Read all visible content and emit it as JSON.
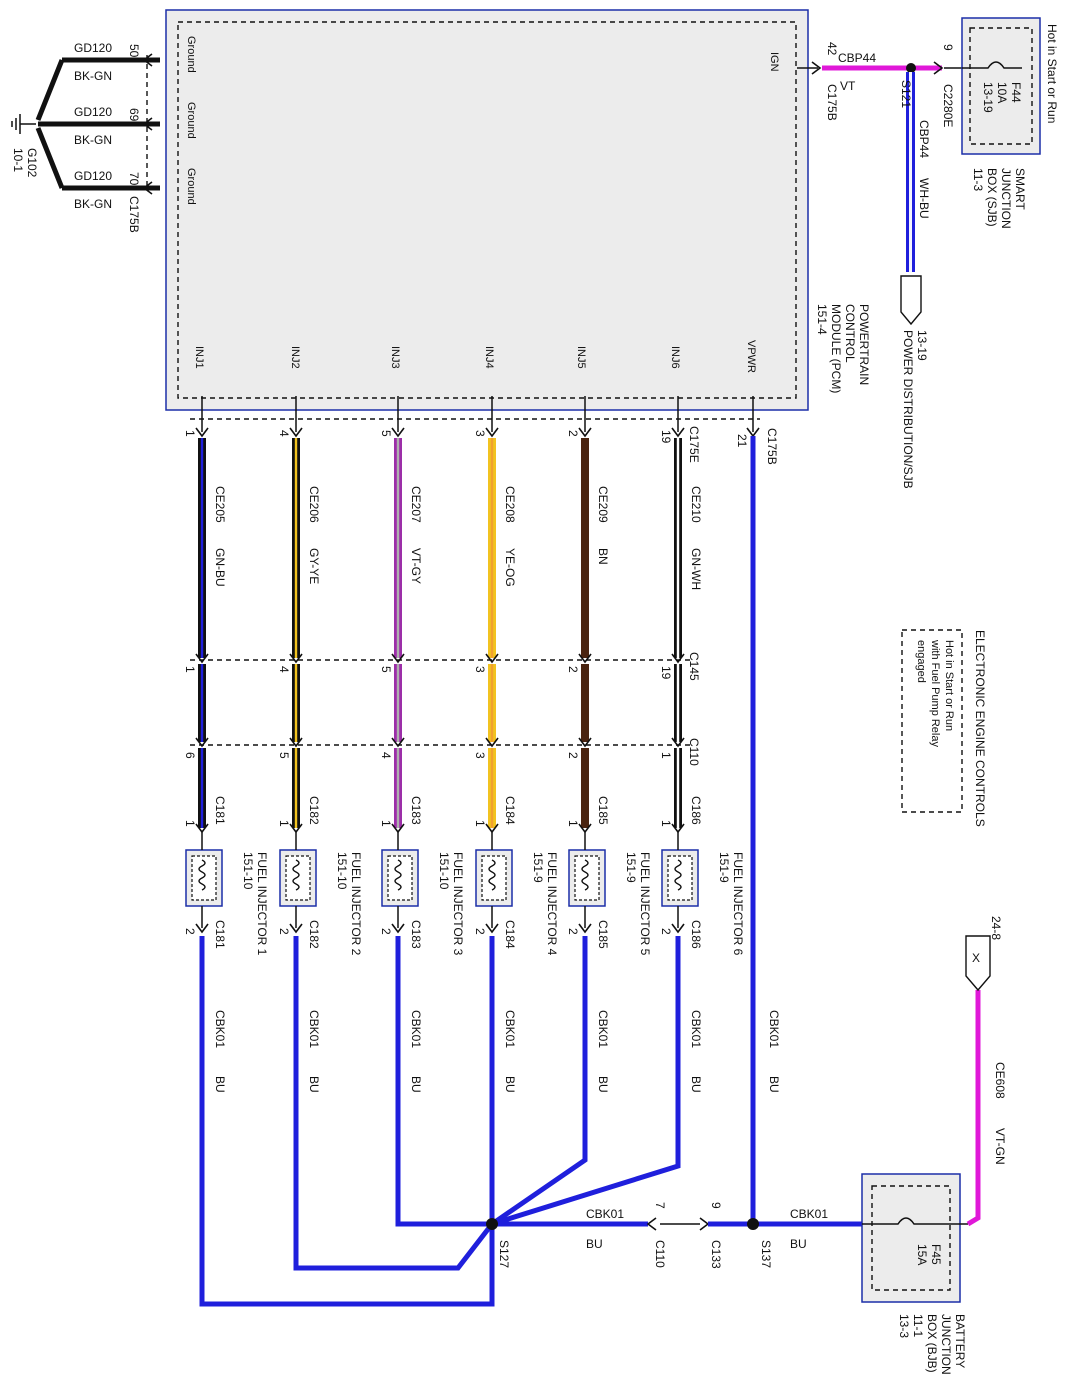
{
  "colors": {
    "blue": "#1f1fdc",
    "black": "#111111",
    "magenta": "#e018d8",
    "violet": "#9c2ea8",
    "yellow": "#f2c320",
    "brown": "#4a2410",
    "white_blue": "#f4f4ff",
    "module_fill": "#ececec",
    "module_border": "#1c2fa8"
  },
  "pcm": {
    "name_lines": [
      "POWERTRAIN",
      "CONTROL",
      "MODULE (PCM)",
      "151-4"
    ],
    "pin_ign": "IGN",
    "pin_vpwr": "VPWR",
    "grounds": [
      "Ground",
      "Ground",
      "Ground"
    ],
    "injector_pins": [
      "INJ1",
      "INJ2",
      "INJ3",
      "INJ4",
      "INJ5",
      "INJ6"
    ]
  },
  "ground": {
    "wire": "GD120",
    "color": "BK-GN",
    "pins": [
      "50",
      "69",
      "70"
    ],
    "connector": "C175B",
    "point": "G102",
    "page": "10-1"
  },
  "ign_feed": {
    "pin": "42",
    "connector": "C175B",
    "circuit": "CBP44",
    "color": "VT",
    "splice": "S121",
    "sjb_pin": "9",
    "sjb_connector": "C2280E",
    "branch_circuit": "CBP44",
    "branch_color": "WH-BU",
    "destination_page": "13-19",
    "destination": "POWER DISTRIBUTION/SJB"
  },
  "sjb": {
    "hot_note": "Hot in Start or Run",
    "fuse": "F44",
    "rating": "10A",
    "page": "13-19",
    "name_lines": [
      "SMART",
      "JUNCTION",
      "BOX (SJB)",
      "11-3"
    ]
  },
  "vpwr": {
    "pin": "21",
    "connector": "C175B",
    "circuit": "CBK01",
    "color": "BU"
  },
  "pcm_connector_e": "C175E",
  "inline_connectors": [
    "C145",
    "C110"
  ],
  "injectors": [
    {
      "pcm_pin": "1",
      "circuit": "CE205",
      "color": "GN-BU",
      "c145_pin": "1",
      "c110_pin": "6",
      "connector": "C181",
      "pin_a": "1",
      "pin_b": "2",
      "name": "FUEL INJECTOR 1",
      "page": "151-10",
      "return_circuit": "CBK01",
      "return_color": "BU"
    },
    {
      "pcm_pin": "4",
      "circuit": "CE206",
      "color": "GY-YE",
      "c145_pin": "4",
      "c110_pin": "5",
      "connector": "C182",
      "pin_a": "1",
      "pin_b": "2",
      "name": "FUEL INJECTOR 2",
      "page": "151-10",
      "return_circuit": "CBK01",
      "return_color": "BU"
    },
    {
      "pcm_pin": "5",
      "circuit": "CE207",
      "color": "VT-GY",
      "c145_pin": "5",
      "c110_pin": "4",
      "connector": "C183",
      "pin_a": "1",
      "pin_b": "2",
      "name": "FUEL INJECTOR 3",
      "page": "151-10",
      "return_circuit": "CBK01",
      "return_color": "BU"
    },
    {
      "pcm_pin": "3",
      "circuit": "CE208",
      "color": "YE-OG",
      "c145_pin": "3",
      "c110_pin": "3",
      "connector": "C184",
      "pin_a": "1",
      "pin_b": "2",
      "name": "FUEL INJECTOR 4",
      "page": "151-9",
      "return_circuit": "CBK01",
      "return_color": "BU"
    },
    {
      "pcm_pin": "2",
      "circuit": "CE209",
      "color": "BN",
      "c145_pin": "2",
      "c110_pin": "2",
      "connector": "C185",
      "pin_a": "1",
      "pin_b": "2",
      "name": "FUEL INJECTOR 5",
      "page": "151-9",
      "return_circuit": "CBK01",
      "return_color": "BU"
    },
    {
      "pcm_pin": "19",
      "circuit": "CE210",
      "color": "GN-WH",
      "c145_pin": "19",
      "c110_pin": "1",
      "connector": "C186",
      "pin_a": "1",
      "pin_b": "2",
      "name": "FUEL INJECTOR 6",
      "page": "151-9",
      "return_circuit": "CBK01",
      "return_color": "BU"
    }
  ],
  "return_bus": {
    "splice_a": "S127",
    "circuit": "CBK01",
    "color": "BU",
    "c110_pin": "7",
    "c110": "C110",
    "c133_pin": "9",
    "c133": "C133",
    "splice_b": "S137",
    "bjb_circuit": "CBK01",
    "bjb_color": "BU"
  },
  "bjb": {
    "fuse": "F45",
    "rating": "15A",
    "name_lines": [
      "BATTERY",
      "JUNCTION",
      "BOX (BJB)",
      "11-1",
      "13-3"
    ]
  },
  "ce608": {
    "circuit": "CE608",
    "color": "VT-GN",
    "ref_mark": "X",
    "ref_page": "24-8"
  },
  "legend": {
    "title": "ELECTRONIC ENGINE CONTROLS",
    "note_lines": [
      "Hot in Start or Run",
      "with Fuel Pump Relay",
      "engaged"
    ]
  }
}
